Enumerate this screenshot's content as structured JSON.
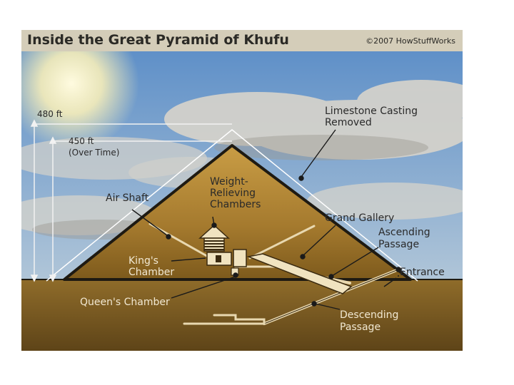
{
  "title": "Inside the Great Pyramid of Khufu",
  "copyright": "©2007 HowStuffWorks",
  "heights": {
    "original": "480 ft",
    "current": "450 ft",
    "current_note": "(Over Time)"
  },
  "labels": {
    "limestone_line1": "Limestone Casting",
    "limestone_line2": "Removed",
    "weight_line1": "Weight-",
    "weight_line2": "Relieving",
    "weight_line3": "Chambers",
    "air_shaft": "Air Shaft",
    "grand_gallery": "Grand Gallery",
    "ascending_line1": "Ascending",
    "ascending_line2": "Passage",
    "kings_line1": "King's",
    "kings_line2": "Chamber",
    "entrance": "Entrance",
    "queens_chamber": "Queen's Chamber",
    "descending_line1": "Descending",
    "descending_line2": "Passage"
  },
  "colors": {
    "sky_top": "#5f90c8",
    "sky_bottom": "#c9d6dd",
    "cloud": "#d8d4cb",
    "pyramid_light": "#c99d45",
    "pyramid_dark": "#7d5a1c",
    "ground": "#7a5d22",
    "outline": "#1e1a12"
  }
}
